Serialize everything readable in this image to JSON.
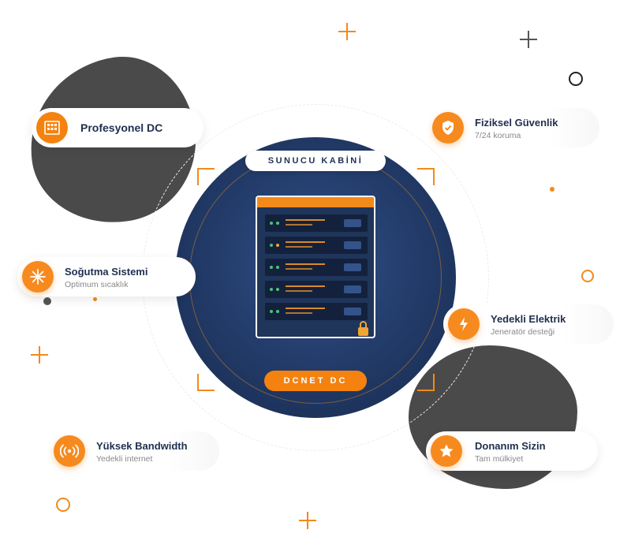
{
  "center": {
    "top_label": "SUNUCU KABİNİ",
    "bottom_label": "DCNET DC"
  },
  "features": [
    {
      "title": "Profesyonel DC",
      "subtitle": "",
      "icon": "building-icon"
    },
    {
      "title": "Fiziksel Güvenlik",
      "subtitle": "7/24 koruma",
      "icon": "shield-check-icon"
    },
    {
      "title": "Soğutma Sistemi",
      "subtitle": "Optimum sıcaklık",
      "icon": "snowflake-icon"
    },
    {
      "title": "Yedekli Elektrik",
      "subtitle": "Jeneratör desteği",
      "icon": "lightning-icon"
    },
    {
      "title": "Yüksek Bandwidth",
      "subtitle": "Yedekli internet",
      "icon": "signal-icon"
    },
    {
      "title": "Donanım Sizin",
      "subtitle": "Tam mülkiyet",
      "icon": "star-icon"
    }
  ],
  "colors": {
    "accent": "#f5820f",
    "navy": "#1f3257",
    "blob": "#4a4a4a"
  }
}
